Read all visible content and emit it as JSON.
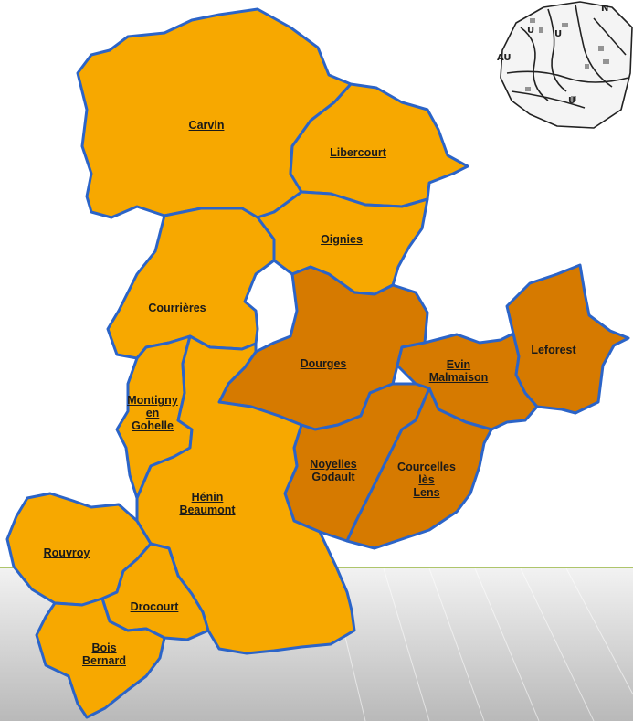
{
  "colors": {
    "default_commune": "#f7a800",
    "highlight_commune": "#d67a00",
    "border": "#2b64c8",
    "accent_line": "#93b23a"
  },
  "logo": {
    "icon": "city-map-sketch-icon",
    "letters": [
      "N",
      "U",
      "AU",
      "U",
      "U"
    ]
  },
  "communes": [
    {
      "id": "carvin",
      "lines": [
        "Carvin"
      ],
      "highlight": false
    },
    {
      "id": "libercourt",
      "lines": [
        "Libercourt"
      ],
      "highlight": false
    },
    {
      "id": "oignies",
      "lines": [
        "Oignies"
      ],
      "highlight": false
    },
    {
      "id": "courrieres",
      "lines": [
        "Courrières"
      ],
      "highlight": false
    },
    {
      "id": "dourges",
      "lines": [
        "Dourges"
      ],
      "highlight": true
    },
    {
      "id": "evin-malmaison",
      "lines": [
        "Evin",
        "Malmaison"
      ],
      "highlight": true
    },
    {
      "id": "leforest",
      "lines": [
        "Leforest"
      ],
      "highlight": true
    },
    {
      "id": "montigny-en-gohelle",
      "lines": [
        "Montigny",
        "en",
        "Gohelle"
      ],
      "highlight": false
    },
    {
      "id": "noyelles-godault",
      "lines": [
        "Noyelles",
        "Godault"
      ],
      "highlight": true
    },
    {
      "id": "courcelles-les-lens",
      "lines": [
        "Courcelles",
        "lès",
        "Lens"
      ],
      "highlight": true
    },
    {
      "id": "henin-beaumont",
      "lines": [
        "Hénin",
        "Beaumont"
      ],
      "highlight": false
    },
    {
      "id": "rouvroy",
      "lines": [
        "Rouvroy"
      ],
      "highlight": false
    },
    {
      "id": "drocourt",
      "lines": [
        "Drocourt"
      ],
      "highlight": false
    },
    {
      "id": "bois-bernard",
      "lines": [
        "Bois",
        "Bernard"
      ],
      "highlight": false
    }
  ]
}
